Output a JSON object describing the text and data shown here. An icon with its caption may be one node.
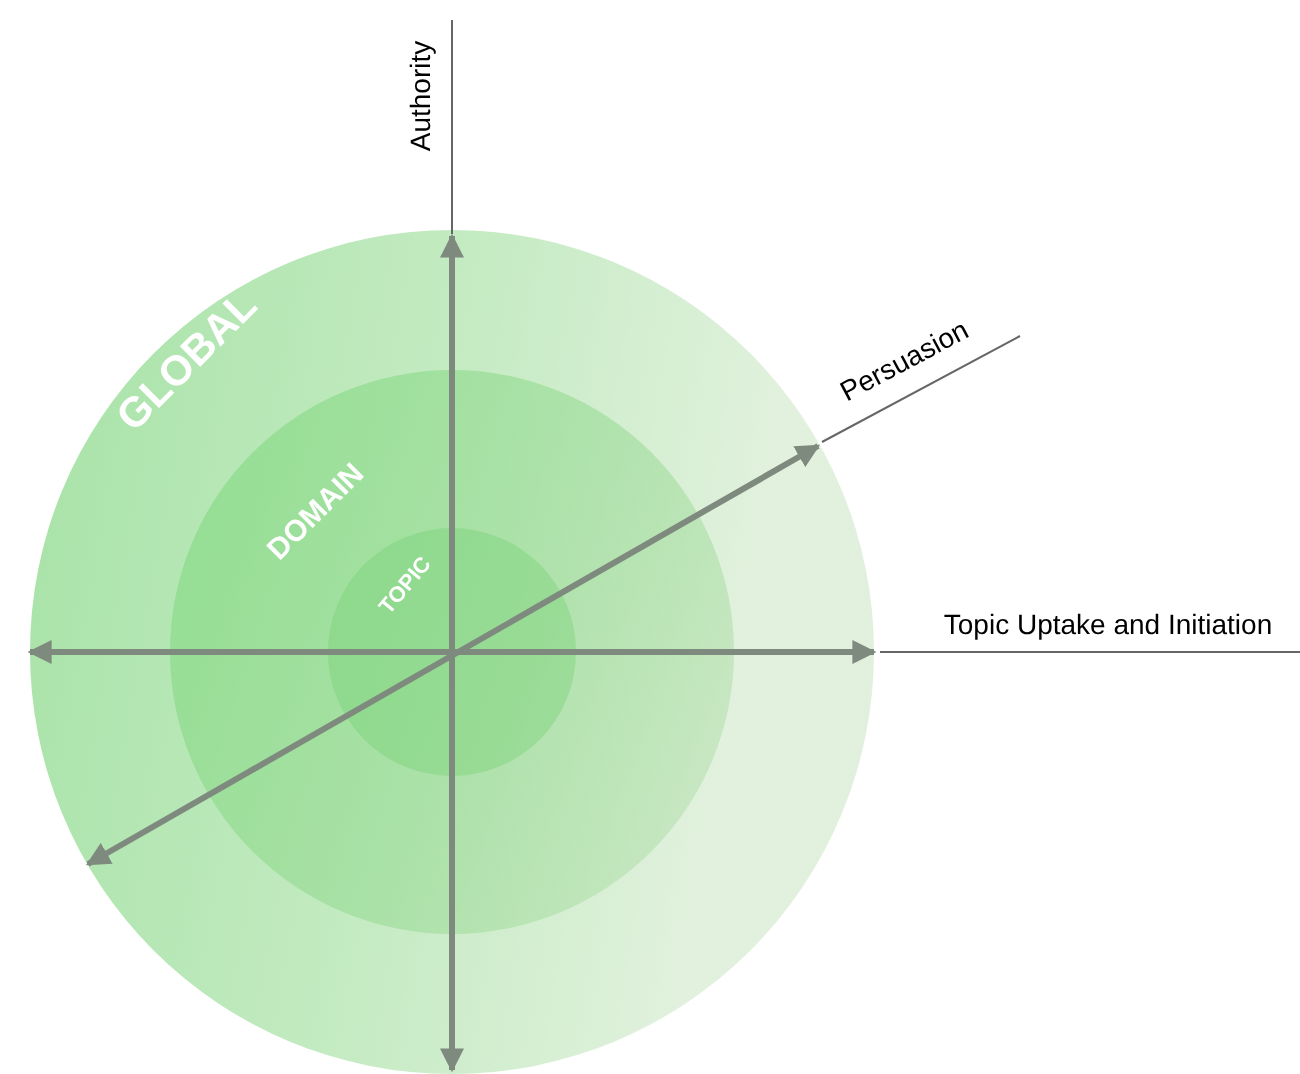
{
  "diagram": {
    "nodes": [
      {
        "text": [
          "GLOBAL"
        ]
      },
      {
        "text": [
          "DOMAIN"
        ],
        "in": 0
      },
      {
        "text": [
          "TOPIC"
        ],
        "in": 1
      }
    ],
    "labels": [
      "Authority",
      "Persuasion",
      "Topic Uptake and Initiation"
    ]
  }
}
